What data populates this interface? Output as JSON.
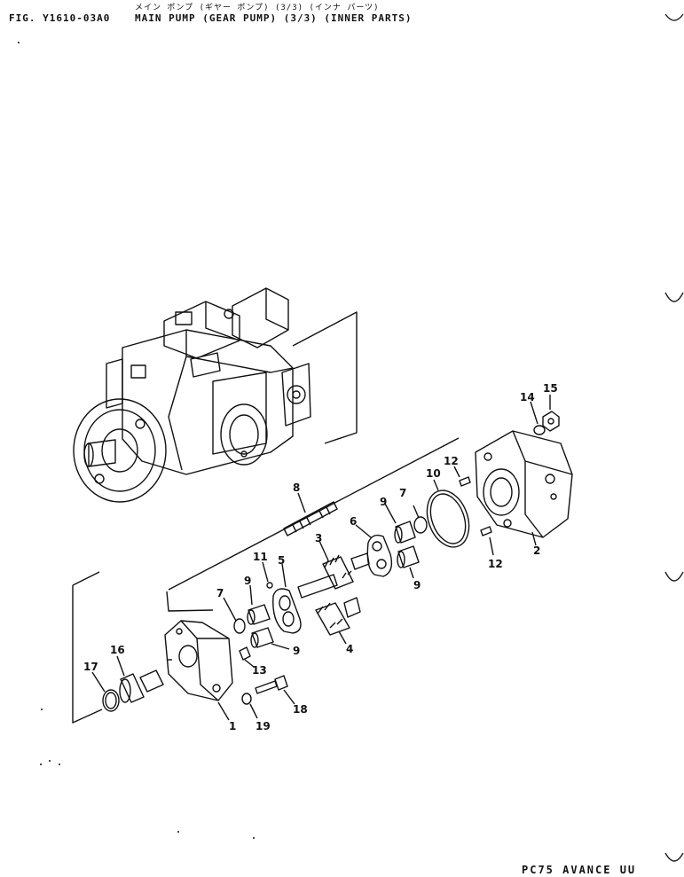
{
  "header": {
    "figure_id": "FIG. Y1610-03A0",
    "title_jp": "メイン ポンプ (ギヤー ポンプ) (3/3) (インナ パーツ)",
    "title_en": "MAIN PUMP (GEAR PUMP) (3/3) (INNER PARTS)"
  },
  "footer": {
    "model": "PC75 AVANCE UU"
  },
  "callouts": {
    "p1": "1",
    "p2": "2",
    "p3": "3",
    "p4": "4",
    "p5": "5",
    "p6": "6",
    "p7a": "7",
    "p7b": "7",
    "p8": "8",
    "p9a": "9",
    "p9b": "9",
    "p9c": "9",
    "p9d": "9",
    "p10": "10",
    "p11": "11",
    "p12a": "12",
    "p12b": "12",
    "p13": "13",
    "p14": "14",
    "p15": "15",
    "p16": "16",
    "p17": "17",
    "p18": "18",
    "p19": "19"
  }
}
